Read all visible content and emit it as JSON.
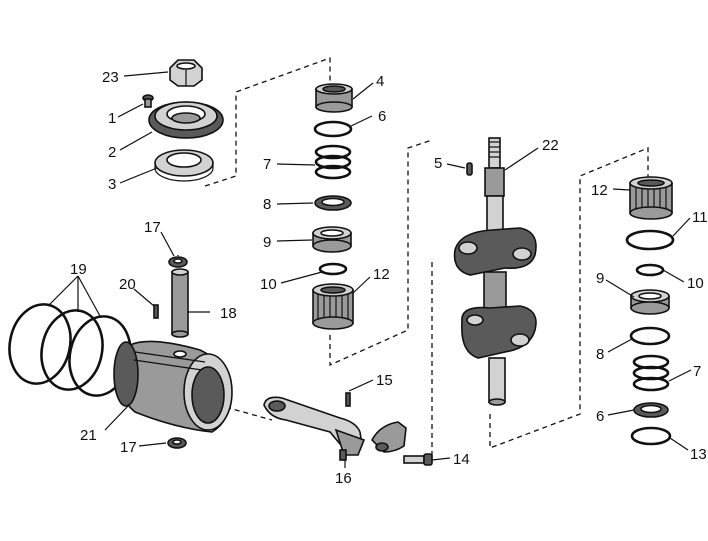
{
  "labels": {
    "l1": "1",
    "l2": "2",
    "l3": "3",
    "l4": "4",
    "l5": "5",
    "l6a": "6",
    "l6b": "6",
    "l7a": "7",
    "l7b": "7",
    "l8a": "8",
    "l8b": "8",
    "l9a": "9",
    "l9b": "9",
    "l10a": "10",
    "l10b": "10",
    "l11": "11",
    "l12a": "12",
    "l12b": "12",
    "l13": "13",
    "l14": "14",
    "l15": "15",
    "l16": "16",
    "l17a": "17",
    "l17b": "17",
    "l18": "18",
    "l19": "19",
    "l20": "20",
    "l21": "21",
    "l22": "22",
    "l23": "23"
  }
}
